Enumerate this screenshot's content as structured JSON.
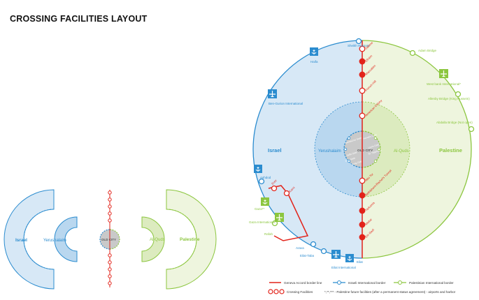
{
  "title": "CROSSING FACILITIES LAYOUT",
  "colors": {
    "israel_fill": "#d7e8f6",
    "israel_mid": "#b9d7ef",
    "israel_stroke": "#2b8ccf",
    "palestine_fill": "#eef5de",
    "palestine_mid": "#dcebbf",
    "palestine_stroke": "#8cc63f",
    "old_city": "#c9c9c9",
    "border_red": "#e2231a"
  },
  "regions": {
    "israel": "Israel",
    "palestine": "Palestine",
    "yerushalaim": "Yerushalaim",
    "al_quds": "Al-Quds",
    "old_city": "OLD CITY"
  },
  "small_labels": {
    "israel": "Israel",
    "yerushalaim": "Yerushalaim",
    "old_city": "OLD CITY",
    "al_quds": "Al-Quds",
    "palestine": "Palestine"
  },
  "israel_facilities": [
    {
      "label": "Haifa",
      "icon": "anchor-icon"
    },
    {
      "label": "Ben-Gurion International",
      "icon": "airplane-icon"
    },
    {
      "label": "Ashdod",
      "icon": "anchor-icon"
    },
    {
      "label": "Arava",
      "icon": ""
    },
    {
      "label": "Eilat-Taba",
      "icon": ""
    },
    {
      "label": "Eilat International",
      "icon": "airplane-icon"
    },
    {
      "label": "Eilat",
      "icon": "anchor-icon"
    },
    {
      "label": "Sheikh Hussain",
      "icon": ""
    }
  ],
  "palestine_facilities": [
    {
      "label": "Adam Bridge",
      "icon": ""
    },
    {
      "label": "West bank International*",
      "icon": "airplane-icon"
    },
    {
      "label": "Allenby Bridge (King Hussein)",
      "icon": ""
    },
    {
      "label": "Abdalla Bridge (Not open)",
      "icon": ""
    },
    {
      "label": "Gaza**",
      "icon": "anchor-icon"
    },
    {
      "label": "Gaza International**",
      "icon": "airplane-icon"
    },
    {
      "label": "Rafah",
      "icon": ""
    }
  ],
  "border_crossings": [
    "Jalame",
    "Erez",
    "Efraim",
    "Karni",
    "Maccabim",
    "French Hill",
    "American Colony",
    "Abu Tor",
    "Bethlehem-Rachel's Tunnel",
    "Tarkumia",
    "Meitar",
    "Ein Gedi"
  ],
  "old_city_gates": [
    "Damascus Gate",
    "Herod's Gate",
    "Jaffa Gate",
    "Lions Gate",
    "Zion Gate",
    "St. Stephen's",
    "Dung Gate"
  ],
  "legend": {
    "geneva_line": "Geneva Accord border line",
    "israeli_border": "Israeli International border",
    "palestinian_border": "Palestinian International border",
    "crossing_facilities": "Crossing Facilities",
    "future_note": "*,**,*** - Palestine future facilities (after a permanent status agreement) - airports and harbor"
  }
}
